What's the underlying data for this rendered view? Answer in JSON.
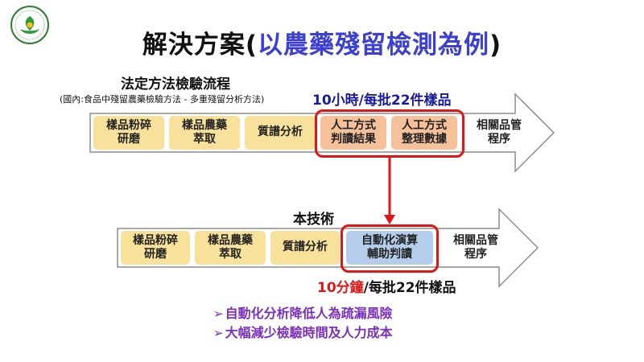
{
  "slide": {
    "title_prefix": "解決方案(",
    "title_accent": "以農藥殘留檢測為例",
    "title_suffix": ")"
  },
  "legal_flow": {
    "heading": "法定方法檢驗流程",
    "subheading": "(國內:食品中殘留農藥檢驗方法 - 多重殘留分析方法)",
    "time_value": "10小時",
    "time_rest": "/每批22件樣品",
    "steps": [
      {
        "label": "樣品粉碎\n研磨"
      },
      {
        "label": "樣品農藥\n萃取"
      },
      {
        "label": "質譜分析"
      },
      {
        "label": "人工方式\n判讀結果"
      },
      {
        "label": "人工方式\n整理數據"
      },
      {
        "label": "相關品管\n程序"
      }
    ]
  },
  "tech_flow": {
    "heading": "本技術",
    "time_value": "10分鐘",
    "time_rest": "/每批22件樣品",
    "steps": [
      {
        "label": "樣品粉碎\n研磨"
      },
      {
        "label": "樣品農藥\n萃取"
      },
      {
        "label": "質譜分析"
      },
      {
        "label": "自動化演算\n輔助判讀"
      },
      {
        "label": "相關品管\n程序"
      }
    ]
  },
  "benefits": [
    {
      "marker": "➢",
      "text": "自動化分析降低人為疏漏風險"
    },
    {
      "marker": "➢",
      "text": "大幅減少檢驗時間及人力成本"
    }
  ],
  "colors": {
    "arrow_fill": "#ffffff",
    "arrow_stroke": "#8c8c8c",
    "step_normal": "#f8e29b",
    "step_manual": "#f4c19b",
    "step_auto": "#b4cdea",
    "highlight": "#e01515",
    "title_accent": "#3b3fd6",
    "benefit_text": "#7b2fbd"
  }
}
